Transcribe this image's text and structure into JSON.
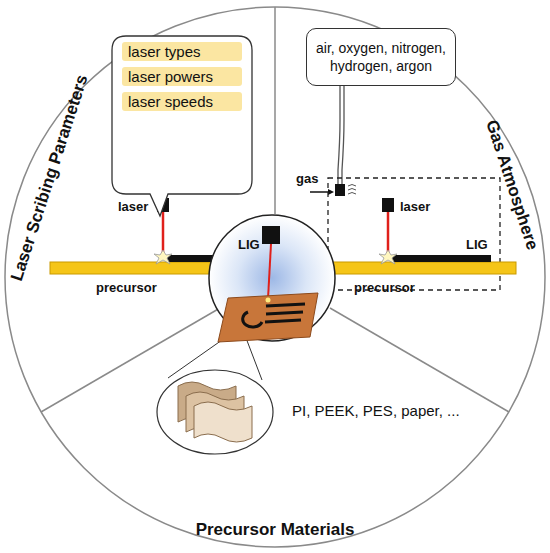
{
  "diagram": {
    "nodes": [
      {
        "text": [
          "Laser Scribing Parameters"
        ]
      },
      {
        "text": [
          "laser types",
          "laser powers",
          "laser speeds"
        ],
        "in": 0
      },
      {
        "text": [
          "Gas Atmosphere"
        ]
      },
      {
        "text": [
          "air, oxygen, nitrogen, hydrogen, argon"
        ],
        "in": 2
      },
      {
        "text": [
          "Precursor Materials"
        ]
      }
    ],
    "labels": [
      "laser",
      "LIG",
      "precursor",
      "laser",
      "gas",
      "LIG",
      "precursor",
      "PI, PEEK, PES, paper, ..."
    ]
  }
}
